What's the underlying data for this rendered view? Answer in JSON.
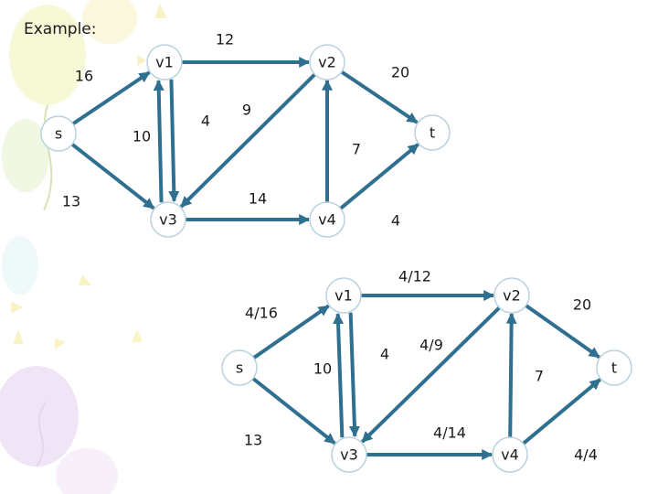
{
  "title": "Example:",
  "colors": {
    "edge": "#2f6f8f",
    "node_fill": "#ffffff",
    "node_stroke": "#b9d2dd",
    "text": "#1a1a1a"
  },
  "graphs": [
    {
      "id": "original",
      "nodes": [
        {
          "id": "s",
          "label": "s"
        },
        {
          "id": "v1",
          "label": "v1"
        },
        {
          "id": "v2",
          "label": "v2"
        },
        {
          "id": "v3",
          "label": "v3"
        },
        {
          "id": "v4",
          "label": "v4"
        },
        {
          "id": "t",
          "label": "t"
        }
      ],
      "edges": [
        {
          "from": "s",
          "to": "v1",
          "label": "16"
        },
        {
          "from": "s",
          "to": "v3",
          "label": "13"
        },
        {
          "from": "v1",
          "to": "v2",
          "label": "12"
        },
        {
          "from": "v1",
          "to": "v3",
          "label": "10"
        },
        {
          "from": "v3",
          "to": "v1",
          "label": "4"
        },
        {
          "from": "v2",
          "to": "v3",
          "label": "9"
        },
        {
          "from": "v2",
          "to": "t",
          "label": "20"
        },
        {
          "from": "v3",
          "to": "v4",
          "label": "14"
        },
        {
          "from": "v4",
          "to": "v2",
          "label": "7"
        },
        {
          "from": "v4",
          "to": "t",
          "label": "4"
        }
      ]
    },
    {
      "id": "flow",
      "nodes": [
        {
          "id": "s",
          "label": "s"
        },
        {
          "id": "v1",
          "label": "v1"
        },
        {
          "id": "v2",
          "label": "v2"
        },
        {
          "id": "v3",
          "label": "v3"
        },
        {
          "id": "v4",
          "label": "v4"
        },
        {
          "id": "t",
          "label": "t"
        }
      ],
      "edges": [
        {
          "from": "s",
          "to": "v1",
          "label": "4/16"
        },
        {
          "from": "s",
          "to": "v3",
          "label": "13"
        },
        {
          "from": "v1",
          "to": "v2",
          "label": "4/12"
        },
        {
          "from": "v1",
          "to": "v3",
          "label": "10"
        },
        {
          "from": "v3",
          "to": "v1",
          "label": "4"
        },
        {
          "from": "v2",
          "to": "v3",
          "label": "4/9"
        },
        {
          "from": "v2",
          "to": "t",
          "label": "20"
        },
        {
          "from": "v3",
          "to": "v4",
          "label": "4/14"
        },
        {
          "from": "v4",
          "to": "v2",
          "label": "7"
        },
        {
          "from": "v4",
          "to": "t",
          "label": "4/4"
        }
      ]
    }
  ]
}
